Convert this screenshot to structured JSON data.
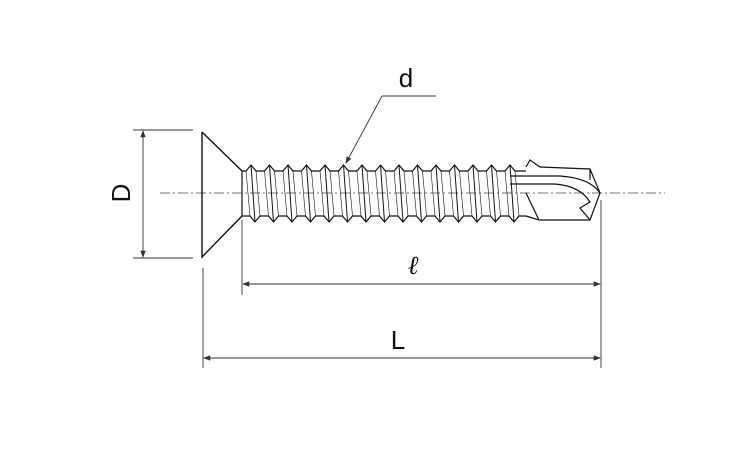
{
  "labels": {
    "head_diameter": "D",
    "thread_diameter": "d",
    "thread_length": "ℓ",
    "total_length": "L"
  },
  "colors": {
    "line": "#111111",
    "dim": "#333333"
  }
}
